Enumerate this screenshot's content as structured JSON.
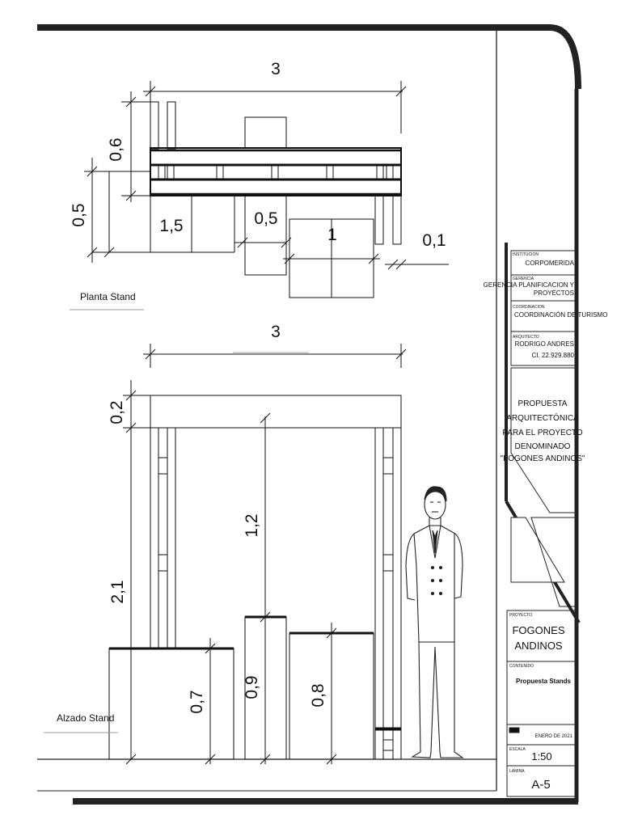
{
  "plan": {
    "title": "Planta Stand",
    "dims": {
      "width_total": "3",
      "depth_top": "0,6",
      "depth_side": "0,5",
      "front_width": "1,5",
      "module_width": "0,5",
      "box_width": "1",
      "post_width": "0,1"
    }
  },
  "elevation": {
    "title": "Alzado Stand",
    "dims": {
      "width_total": "3",
      "beam_height": "0,2",
      "total_height": "2,1",
      "opening_height": "1,2",
      "counter_height": "0,7",
      "module_height": "0,9",
      "box_height": "0,8"
    }
  },
  "title_block": {
    "institucion_label": "INSTITUCION",
    "institucion_value": "CORPOMERIDA",
    "gerencia_label": "GERENCIA",
    "gerencia_value_1": "GERENCIA PLANIFICACION Y",
    "gerencia_value_2": "PROYECTOS",
    "coordinacion_label": "COORDINACION",
    "coordinacion_value": "COORDINACIÓN DE TURISMO",
    "arquitecto_label": "ARQUITECTO",
    "arquitecto_name": "RODRIGO ANDRES",
    "arquitecto_ci": "CI.  22.929.880",
    "description_lines": [
      "PROPUESTA",
      "ARQUITECTÓNICA",
      "PARA EL PROYECTO",
      "DENOMINADO",
      "\"FOGONES ANDINOS\""
    ],
    "proyecto_label": "PROYECTO",
    "proyecto_line_1": "FOGONES",
    "proyecto_line_2": "ANDINOS",
    "contenido_label": "CONTENIDO",
    "contenido_value": "Propuesta Stands",
    "fecha": "ENERO DE 2021",
    "escala_label": "ESCALA",
    "escala_value": "1:50",
    "lamina_label": "LAMINA",
    "lamina_value": "A-5"
  }
}
